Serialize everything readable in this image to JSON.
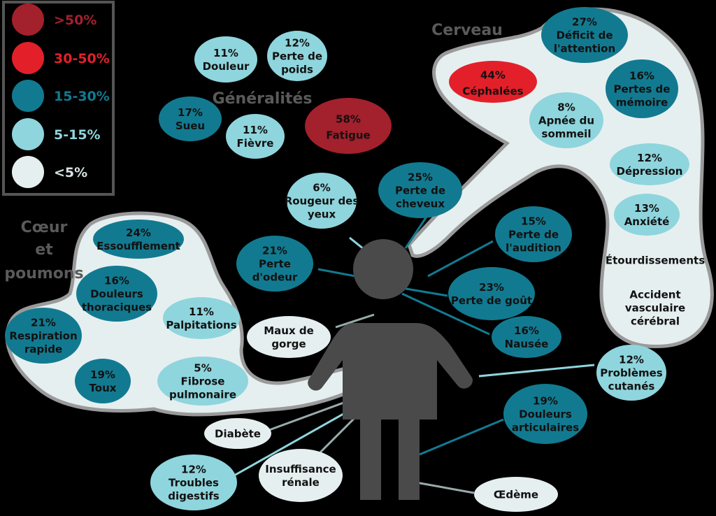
{
  "colors": {
    "gt50": "#a3202d",
    "30_50": "#e3202a",
    "15_30": "#127a90",
    "5_15": "#8fd5dd",
    "lt5": "#e6eff0",
    "blob": "#e6eff0",
    "blob_border": "#9a9a9a",
    "figure": "#4a4a4a",
    "title": "#5a5a5a"
  },
  "legend": [
    {
      "level": "gt50",
      "label": ">50%"
    },
    {
      "level": "30_50",
      "label": "30-50%"
    },
    {
      "level": "15_30",
      "label": "15-30%"
    },
    {
      "level": "5_15",
      "label": "5-15%"
    },
    {
      "level": "lt5",
      "label": "<5%"
    }
  ],
  "titles": {
    "generalites": "Généralités",
    "cerveau": "Cerveau",
    "coeur": [
      "Cœur",
      "et",
      "poumons"
    ]
  },
  "bubbles": [
    {
      "id": "douleur",
      "level": "5_15",
      "lines": [
        "11%",
        "Douleur"
      ]
    },
    {
      "id": "perte_poids",
      "level": "5_15",
      "lines": [
        "12%",
        "Perte de",
        "poids"
      ]
    },
    {
      "id": "sueu",
      "level": "15_30",
      "lines": [
        "17%",
        "Sueu"
      ]
    },
    {
      "id": "fievre",
      "level": "5_15",
      "lines": [
        "11%",
        "Fièvre"
      ]
    },
    {
      "id": "fatigue",
      "level": "gt50",
      "lines": [
        "58%",
        "Fatigue"
      ]
    },
    {
      "id": "rougeur",
      "level": "5_15",
      "lines": [
        "6%",
        "Rougeur des",
        "yeux"
      ]
    },
    {
      "id": "cheveux",
      "level": "15_30",
      "lines": [
        "25%",
        "Perte de",
        "cheveux"
      ]
    },
    {
      "id": "odeur",
      "level": "15_30",
      "lines": [
        "21%",
        "Perte",
        "d'odeur"
      ]
    },
    {
      "id": "cephalees",
      "level": "30_50",
      "lines": [
        "44%",
        "Céphalées"
      ]
    },
    {
      "id": "deficit",
      "level": "15_30",
      "lines": [
        "27%",
        "Déficit de",
        "l'attention"
      ]
    },
    {
      "id": "memoire",
      "level": "15_30",
      "lines": [
        "16%",
        "Pertes de",
        "mémoire"
      ]
    },
    {
      "id": "apnee",
      "level": "5_15",
      "lines": [
        "8%",
        "Apnée du",
        "sommeil"
      ]
    },
    {
      "id": "depression",
      "level": "5_15",
      "lines": [
        "12%",
        "Dépression"
      ]
    },
    {
      "id": "anxiete",
      "level": "5_15",
      "lines": [
        "13%",
        "Anxiété"
      ]
    },
    {
      "id": "etourdissements",
      "level": "none",
      "lines": [
        "Étourdissements"
      ]
    },
    {
      "id": "avc",
      "level": "none",
      "lines": [
        "Accident",
        "vasculaire",
        "cérébral"
      ]
    },
    {
      "id": "audition",
      "level": "15_30",
      "lines": [
        "15%",
        "Perte de",
        "l'audition"
      ]
    },
    {
      "id": "gout",
      "level": "15_30",
      "lines": [
        "23%",
        "Perte de goût"
      ]
    },
    {
      "id": "nausee",
      "level": "15_30",
      "lines": [
        "16%",
        "Nausée"
      ]
    },
    {
      "id": "cutanes",
      "level": "5_15",
      "lines": [
        "12%",
        "Problèmes",
        "cutanés"
      ]
    },
    {
      "id": "articulaires",
      "level": "15_30",
      "lines": [
        "19%",
        "Douleurs",
        "articulaires"
      ]
    },
    {
      "id": "oedeme",
      "level": "lt5",
      "lines": [
        "Œdème"
      ]
    },
    {
      "id": "insuffisance",
      "level": "lt5",
      "lines": [
        "Insuffisance",
        "rénale"
      ]
    },
    {
      "id": "digestifs",
      "level": "5_15",
      "lines": [
        "12%",
        "Troubles",
        "digestifs"
      ]
    },
    {
      "id": "diabete",
      "level": "lt5",
      "lines": [
        "Diabète"
      ]
    },
    {
      "id": "maux_gorge",
      "level": "lt5",
      "lines": [
        "Maux de",
        "gorge"
      ]
    },
    {
      "id": "essoufflement",
      "level": "15_30",
      "lines": [
        "24%",
        "Essoufflement"
      ]
    },
    {
      "id": "thoraciques",
      "level": "15_30",
      "lines": [
        "16%",
        "Douleurs",
        "thoraciques"
      ]
    },
    {
      "id": "palpitations",
      "level": "5_15",
      "lines": [
        "11%",
        "Palpitations"
      ]
    },
    {
      "id": "respiration",
      "level": "15_30",
      "lines": [
        "21%",
        "Respiration",
        "rapide"
      ]
    },
    {
      "id": "toux",
      "level": "15_30",
      "lines": [
        "19%",
        "Toux"
      ]
    },
    {
      "id": "fibrose",
      "level": "5_15",
      "lines": [
        "5%",
        "Fibrose",
        "pulmonaire"
      ]
    }
  ]
}
